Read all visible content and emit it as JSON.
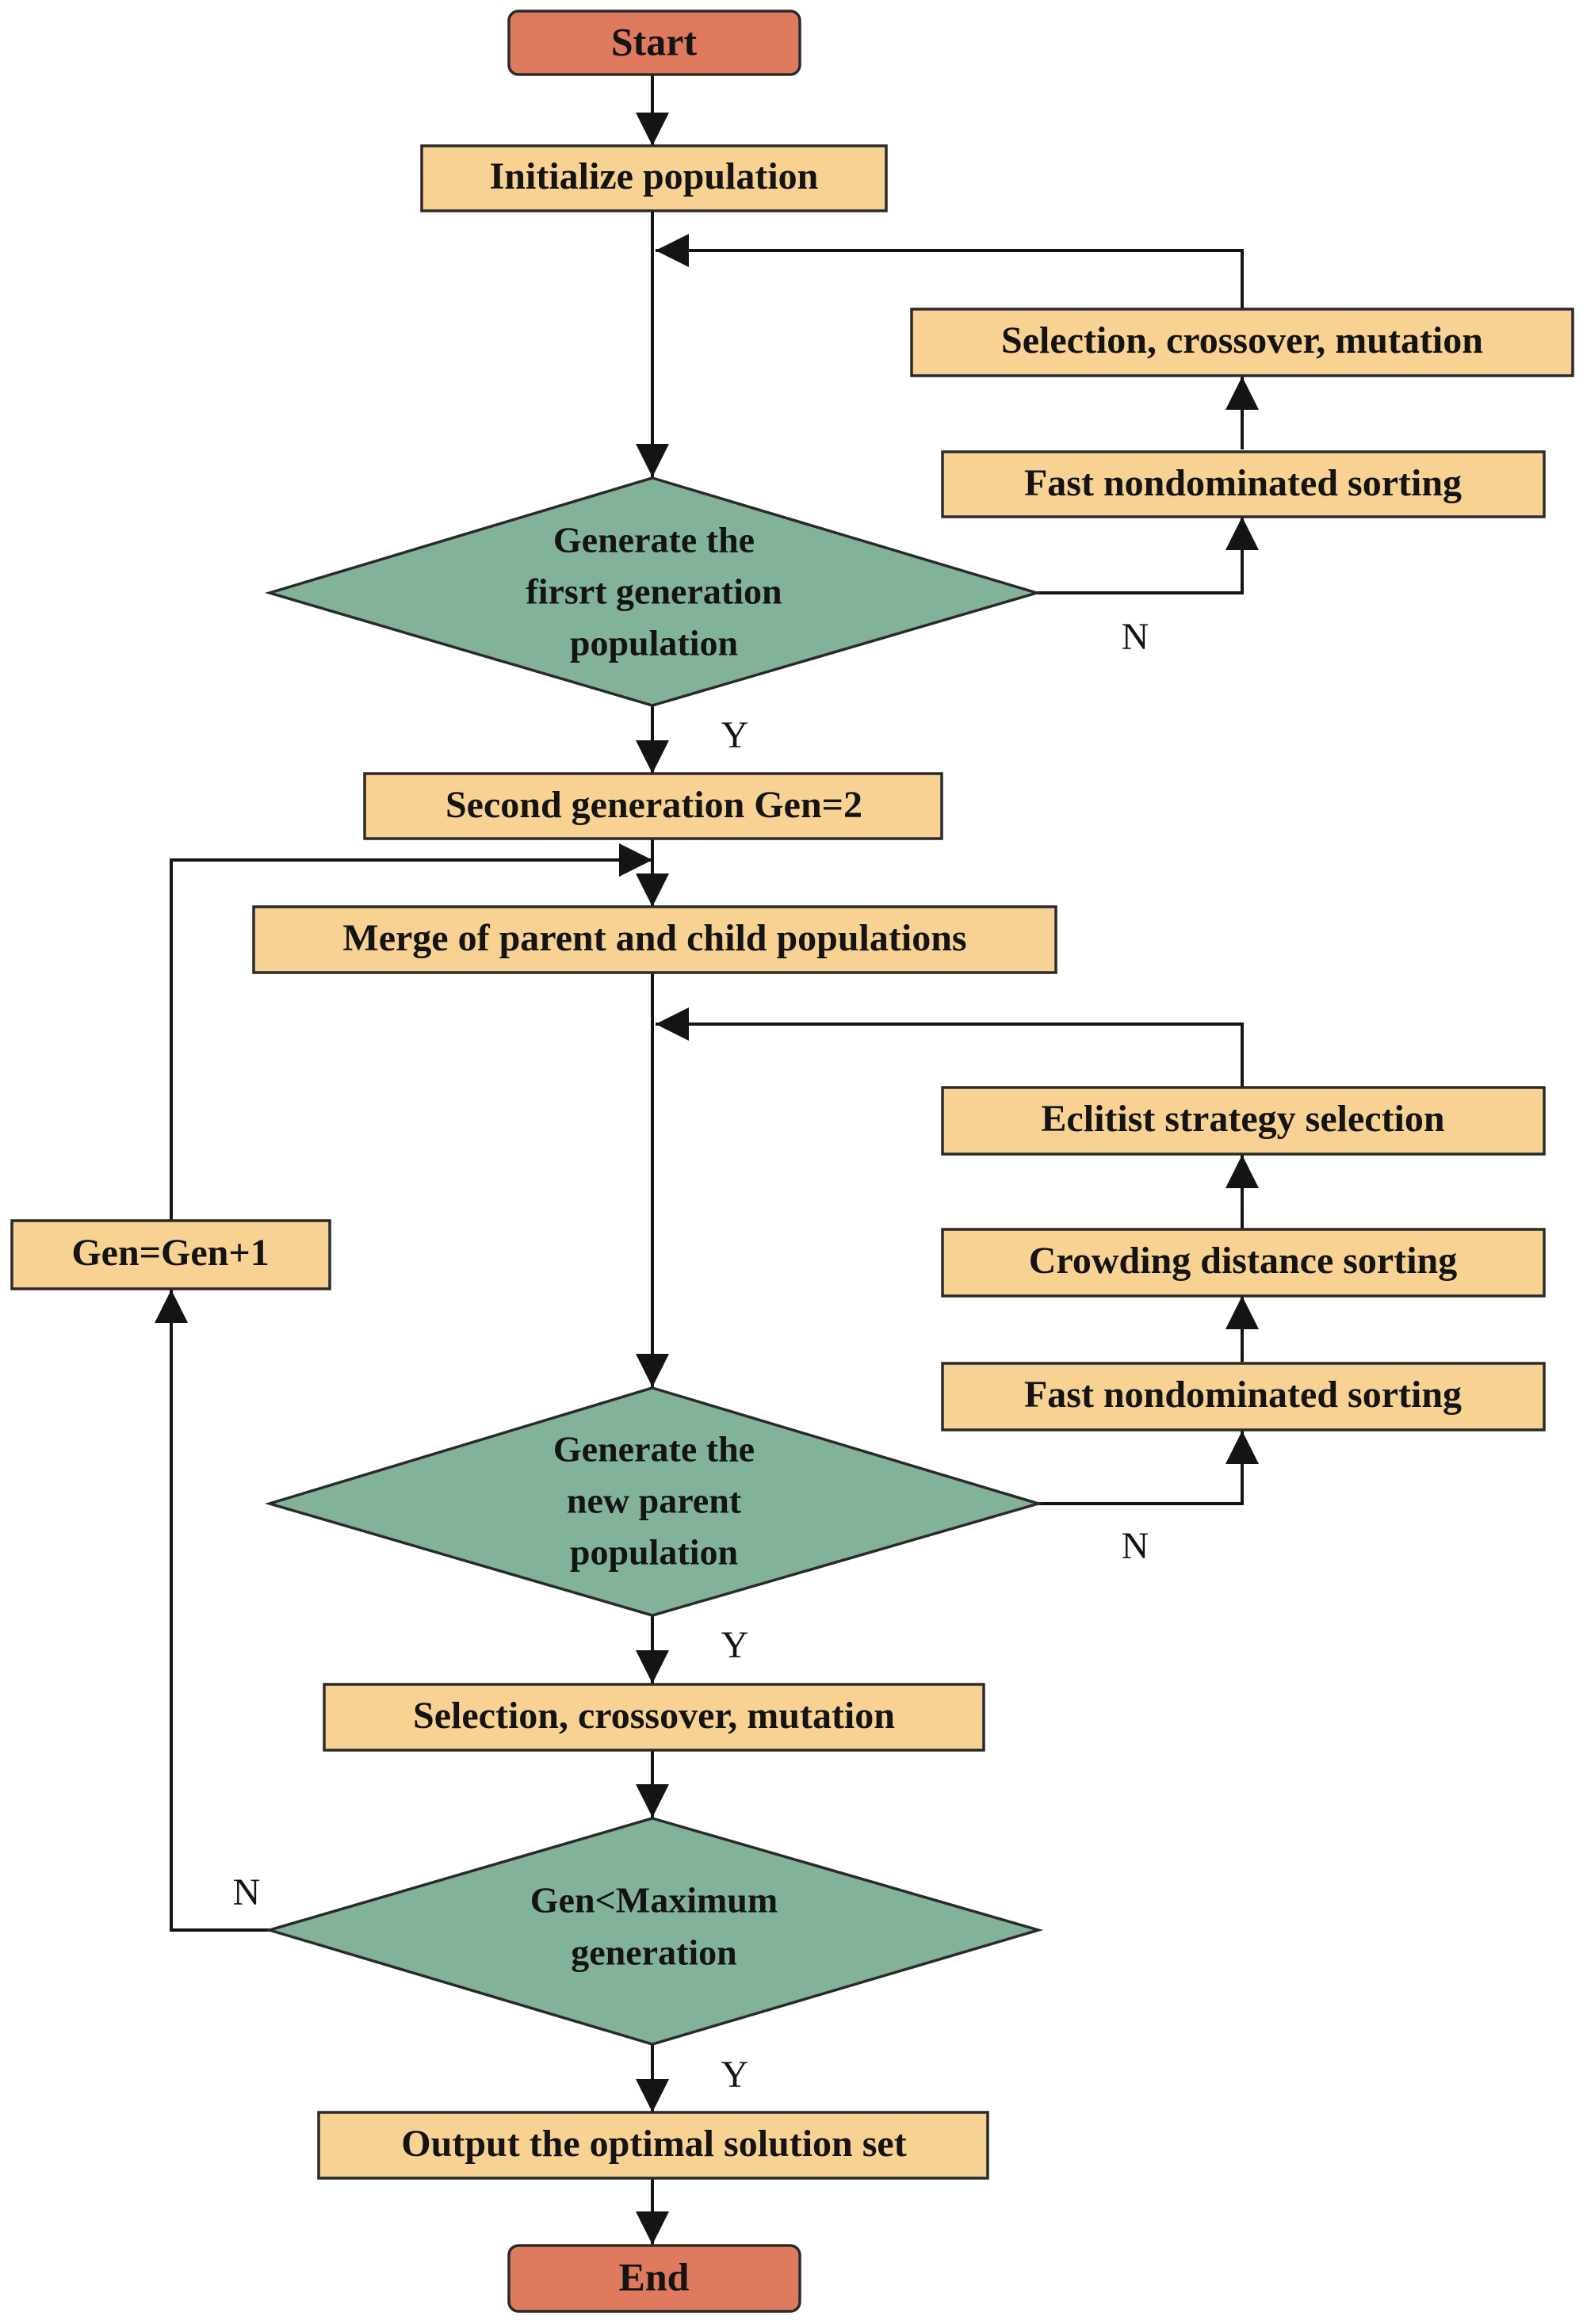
{
  "colors": {
    "terminal_fill": "#e07a5f",
    "process_fill": "#f7d293",
    "decision_fill": "#82b29a",
    "line": "#141414"
  },
  "nodes": {
    "start": "Start",
    "init_population": "Initialize population",
    "decision_first_gen": [
      "Generate the",
      "firsrt generation",
      "population"
    ],
    "selection_crossover_mutation_1": "Selection, crossover, mutation",
    "fast_sorting_1": "Fast nondominated sorting",
    "second_gen": "Second generation Gen=2",
    "merge_populations": "Merge of parent and child populations",
    "elitist_selection": "Eclitist strategy selection",
    "crowding_sorting": "Crowding distance sorting",
    "fast_sorting_2": "Fast nondominated sorting",
    "gen_increment": "Gen=Gen+1",
    "decision_new_parent": [
      "Generate the",
      "new parent",
      "population"
    ],
    "selection_crossover_mutation_2": "Selection, crossover, mutation",
    "decision_max_gen": [
      "Gen<Maximum",
      "generation"
    ],
    "output_solution": "Output the optimal solution set",
    "end": "End"
  },
  "edge_labels": {
    "first_gen_no": "N",
    "first_gen_yes": "Y",
    "new_parent_no": "N",
    "new_parent_yes": "Y",
    "max_gen_no": "N",
    "max_gen_yes": "Y"
  }
}
